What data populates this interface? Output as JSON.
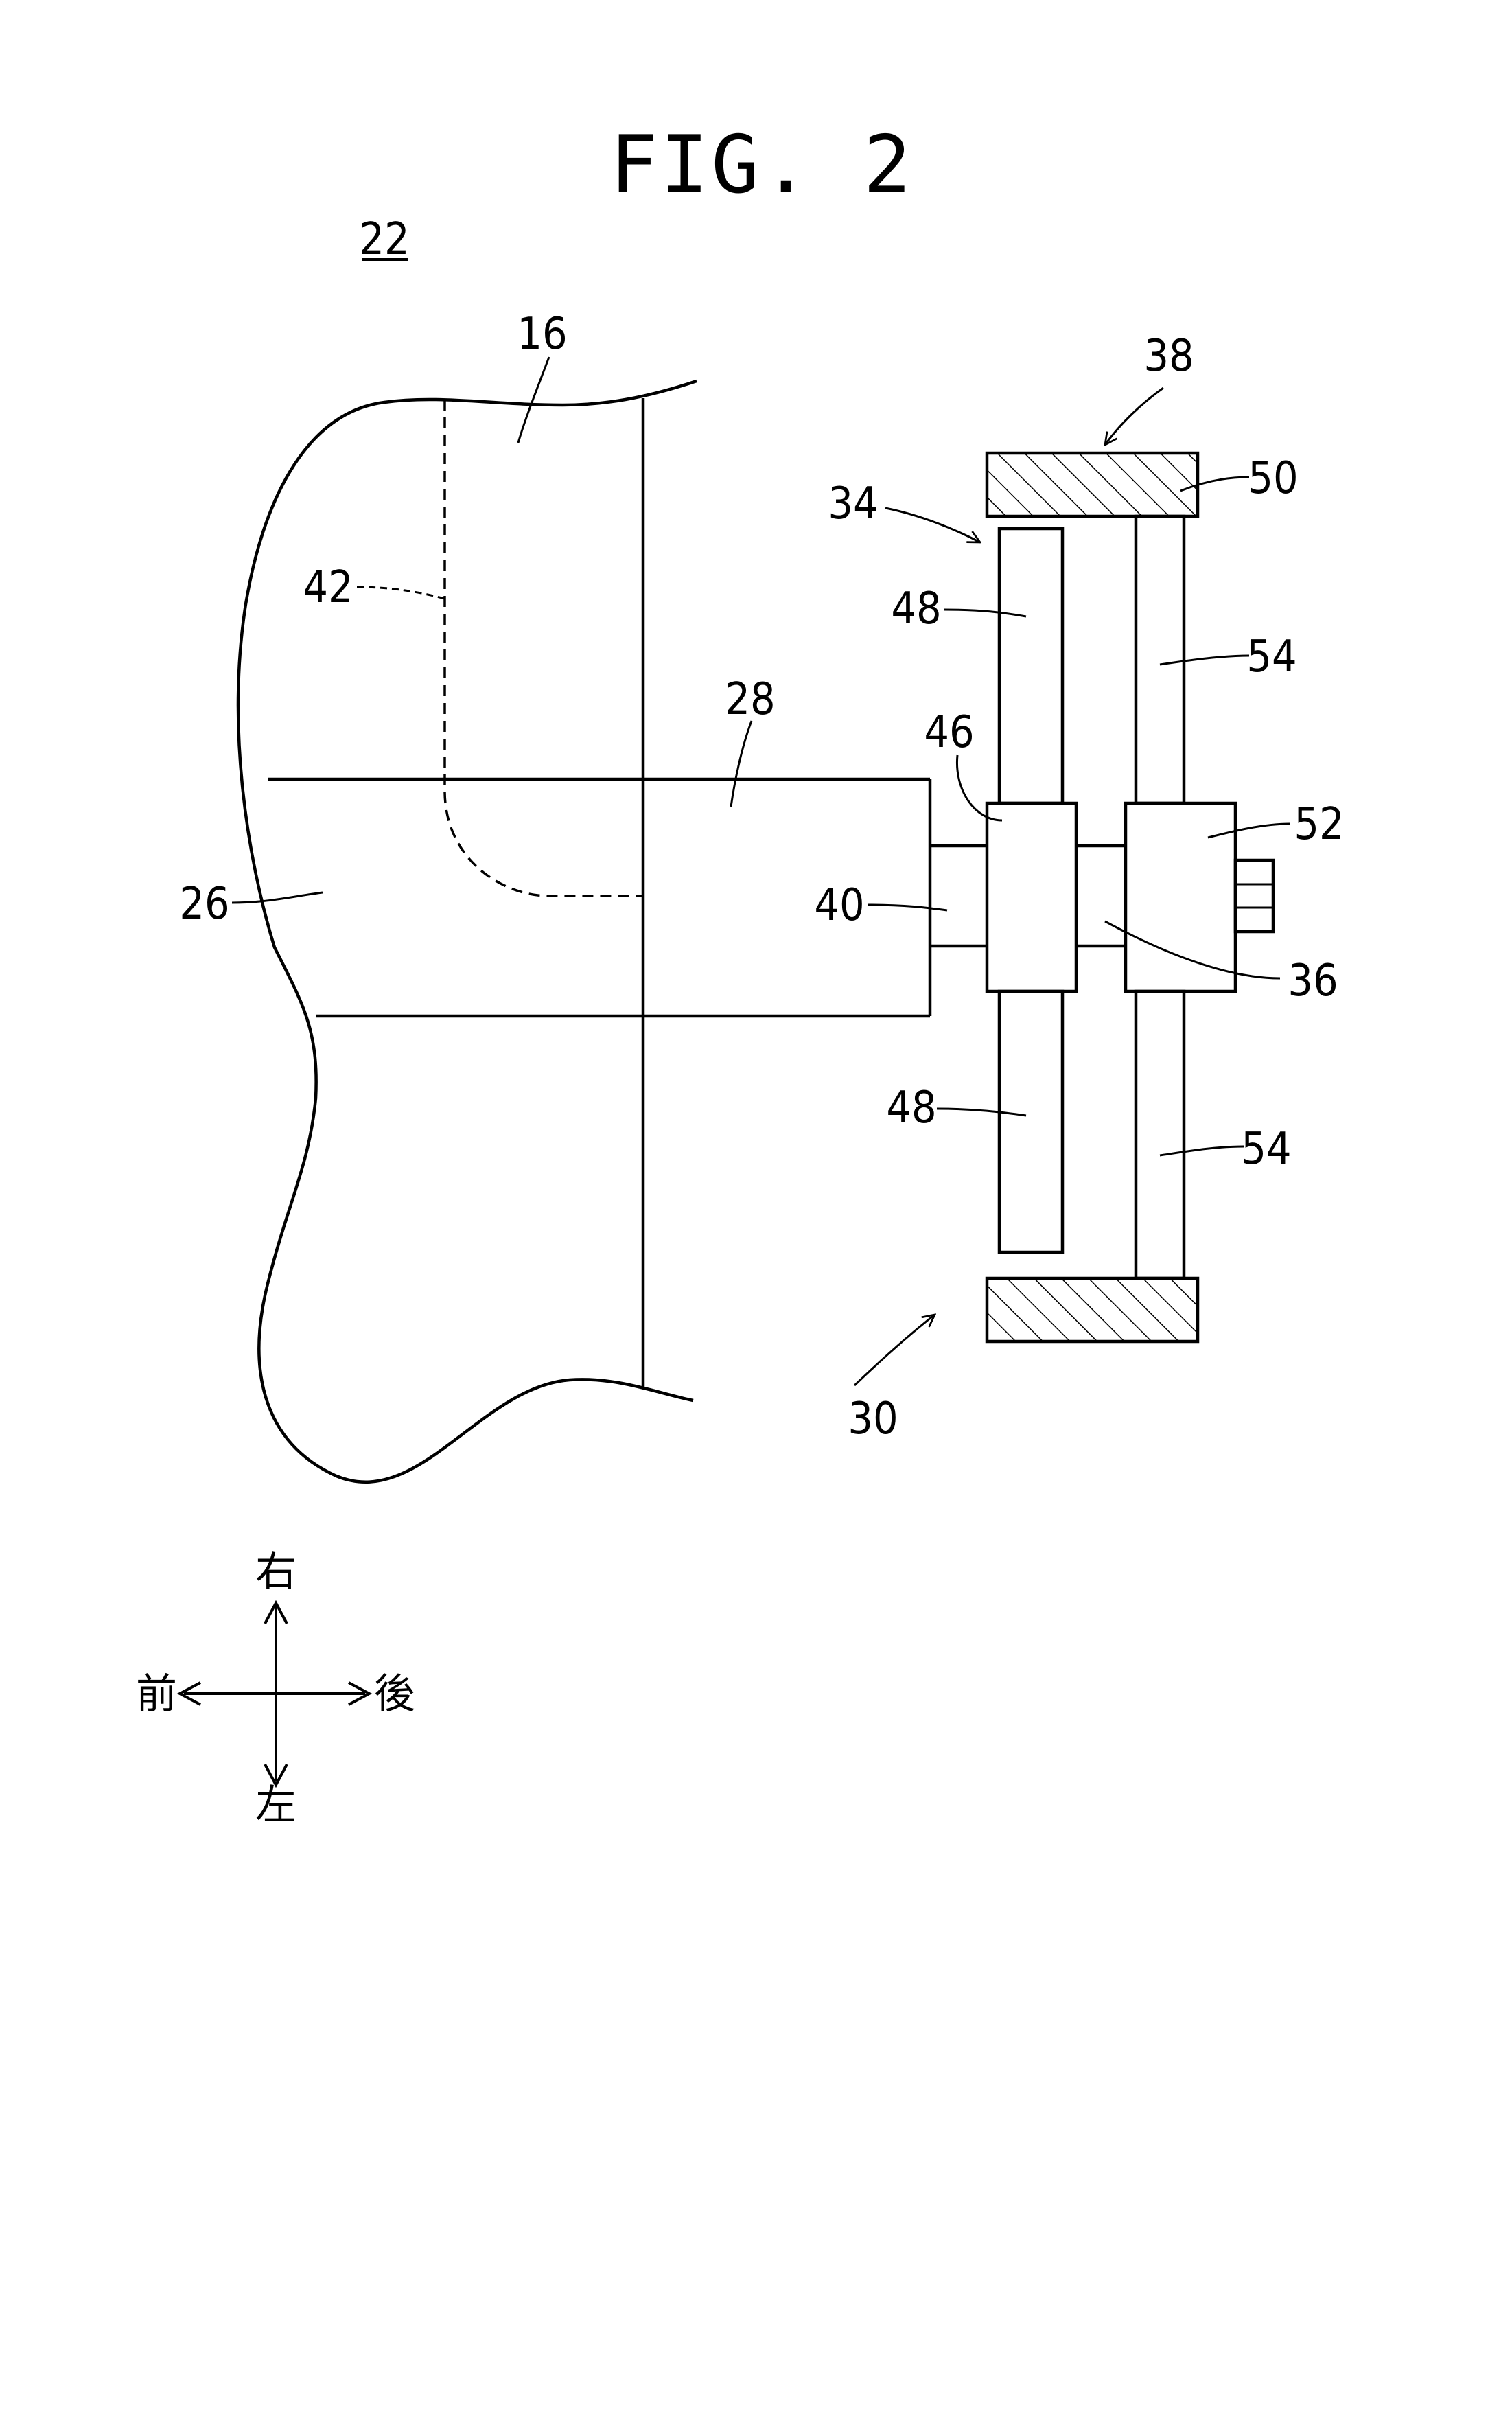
{
  "figure": {
    "title": "FIG. 2",
    "reference": "22"
  },
  "labels": {
    "l16": "16",
    "l42": "42",
    "l28": "28",
    "l26": "26",
    "l40": "40",
    "l46": "46",
    "l48_top": "48",
    "l48_bottom": "48",
    "l38": "38",
    "l50": "50",
    "l34": "34",
    "l54_top": "54",
    "l54_bottom": "54",
    "l52": "52",
    "l36": "36",
    "l30": "30"
  },
  "directions": {
    "right": "右",
    "left": "左",
    "front": "前",
    "rear": "後"
  }
}
